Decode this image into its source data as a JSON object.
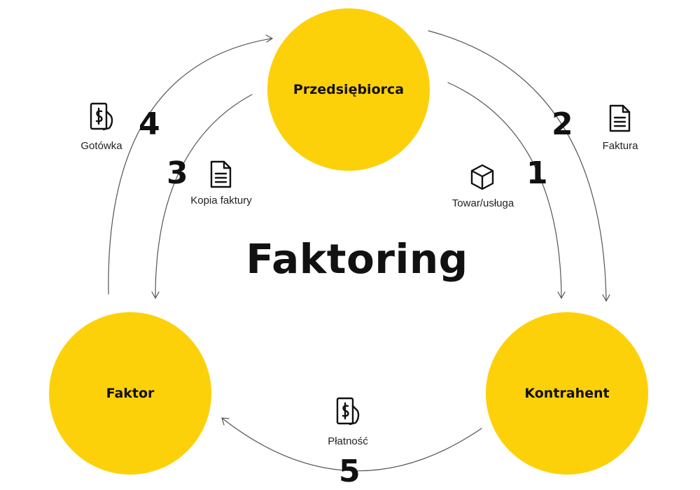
{
  "diagram": {
    "title": "Faktoring",
    "accent_color": "#FDD10A",
    "line_color": "#555555",
    "nodes": {
      "entrepreneur": "Przedsiębiorca",
      "factor": "Faktor",
      "contractor": "Kontrahent"
    },
    "steps": [
      {
        "number": "1",
        "label": "Towar/usługa",
        "icon": "box-icon"
      },
      {
        "number": "2",
        "label": "Faktura",
        "icon": "document-icon"
      },
      {
        "number": "3",
        "label": "Kopia faktury",
        "icon": "document-icon"
      },
      {
        "number": "4",
        "label": "Gotówka",
        "icon": "cash-hand-icon"
      },
      {
        "number": "5",
        "label": "Płatność",
        "icon": "cash-hand-icon"
      }
    ]
  }
}
